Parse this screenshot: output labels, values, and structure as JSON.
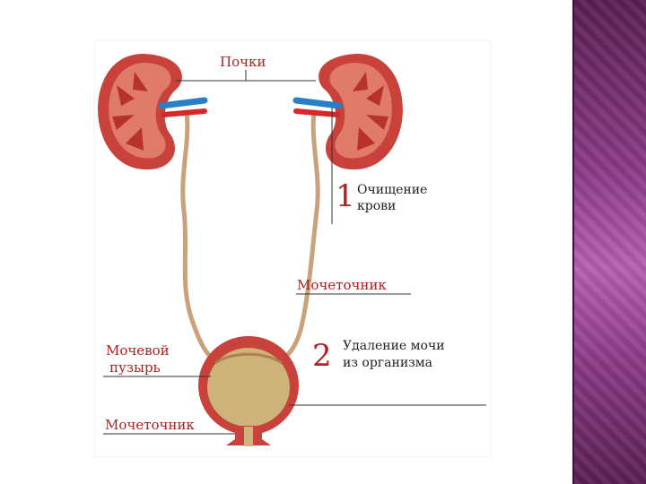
{
  "labels": {
    "kidneys": "Почки",
    "ureter_middle": "Мочеточник",
    "bladder_line1": "Мочевой",
    "bladder_line2": "пузырь",
    "ureter_bottom": "Мочеточник"
  },
  "steps": [
    {
      "number": "1",
      "line1": "Очищение",
      "line2": "крови"
    },
    {
      "number": "2",
      "line1": "Удаление мочи",
      "line2": "из организма"
    }
  ],
  "colors": {
    "label_red": "#b02020",
    "kidney_outer": "#c8413a",
    "kidney_inner": "#e07a6a",
    "artery": "#d62828",
    "vein": "#2a7fc4",
    "ureter": "#c9a27c",
    "bladder_fill": "#cdb27a",
    "panel_purple": "#8a3a85"
  }
}
